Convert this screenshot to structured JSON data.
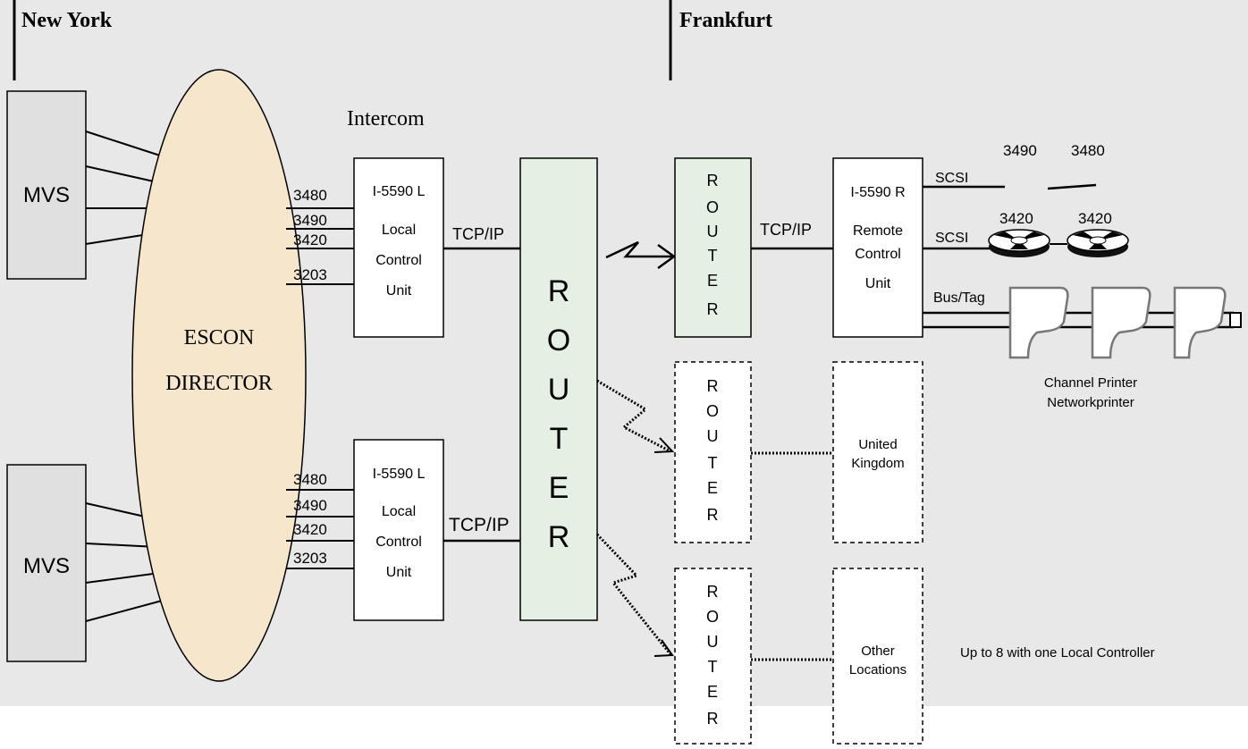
{
  "locations": {
    "left": "New York",
    "right": "Frankfurt"
  },
  "mvs": [
    "MVS",
    "MVS"
  ],
  "escon": {
    "line1": "ESCON",
    "line2": "DIRECTOR"
  },
  "intercom": "Intercom",
  "channels": [
    "3480",
    "3490",
    "3420",
    "3203"
  ],
  "local_unit": {
    "title": "I-5590 L",
    "line1": "Local",
    "line2": "Control",
    "line3": "Unit"
  },
  "tcpip": "TCP/IP",
  "router_letters": [
    "R",
    "O",
    "U",
    "T",
    "E",
    "R"
  ],
  "remote_unit": {
    "title": "I-5590 R",
    "line1": "Remote",
    "line2": "Control",
    "line3": "Unit"
  },
  "scsi": "SCSI",
  "bus_tag": "Bus/Tag",
  "tape_3490": "3490",
  "tape_3480": "3480",
  "reel_3420": "3420",
  "printers": {
    "line1": "Channel Printer",
    "line2": "Networkprinter"
  },
  "uk": {
    "line1": "United",
    "line2": "Kingdom"
  },
  "other": {
    "line1": "Other",
    "line2": "Locations"
  },
  "note": "Up to 8 with one Local Controller",
  "colors": {
    "background": "#e8e8e8",
    "router_fill": "#e4f0e4",
    "escon_fill": "#f5e6cc",
    "mvs_fill": "#e0e0e0"
  }
}
